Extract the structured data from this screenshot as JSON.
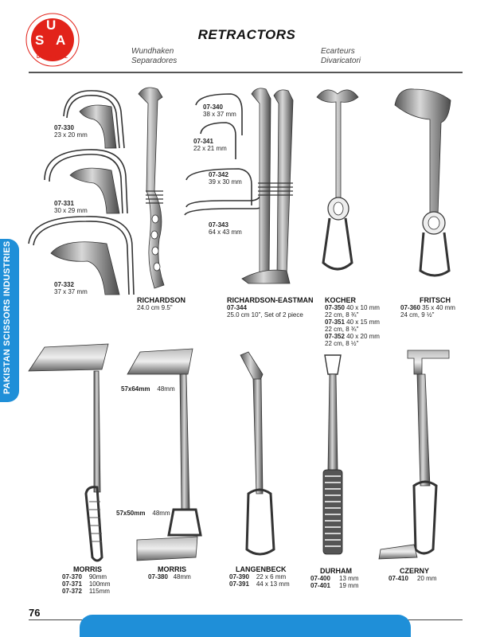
{
  "brand": {
    "logo_letters": [
      "U",
      "S",
      "A"
    ],
    "logo_ring_text": "DENTAL",
    "side_tab": "PAKISTAN SCISSORS INDUSTRIES"
  },
  "header": {
    "title": "RETRACTORS",
    "german": "Wundhaken",
    "spanish": "Separadores",
    "french": "Ecarteurs",
    "italian": "Divaricatori"
  },
  "colors": {
    "accent": "#1f8fd8",
    "logo_red": "#e2231a",
    "text": "#222222"
  },
  "top_row": {
    "hooks": [
      {
        "code": "07-330",
        "size": "23 x 20 mm"
      },
      {
        "code": "07-331",
        "size": "30 x 29 mm"
      },
      {
        "code": "07-332",
        "size": "37 x 37 mm"
      }
    ],
    "richardson": {
      "name": "RICHARDSON",
      "desc": "24.0 cm 9.5\""
    },
    "eastman_hooks": [
      {
        "code": "07-340",
        "size": "38 x 37 mm"
      },
      {
        "code": "07-341",
        "size": "22 x 21 mm"
      },
      {
        "code": "07-342",
        "size": "39 x 30 mm"
      },
      {
        "code": "07-343",
        "size": "64 x 43 mm"
      }
    ],
    "eastman": {
      "name": "RICHARDSON-EASTMAN",
      "code": "07-344",
      "desc": "25.0 cm 10\", Set of 2 piece"
    },
    "kocher": {
      "name": "KOCHER",
      "lines": [
        {
          "code": "07-350",
          "text": "40 x 10 mm"
        },
        {
          "code": "",
          "text": "22 cm, 8 ¾\""
        },
        {
          "code": "07-351",
          "text": "40 x 15 mm"
        },
        {
          "code": "",
          "text": "22 cm, 8 ¾\""
        },
        {
          "code": "07-352",
          "text": "40 x 20 mm"
        },
        {
          "code": "",
          "text": "22 cm, 8 ½\""
        }
      ]
    },
    "fritsch": {
      "name": "FRITSCH",
      "lines": [
        {
          "code": "07-360",
          "text": "35 x 40 mm"
        },
        {
          "code": "",
          "text": "24 cm, 9 ½\""
        }
      ]
    }
  },
  "bottom_row": {
    "morris": {
      "name": "MORRIS",
      "lines": [
        {
          "code": "07-370",
          "text": "90mm"
        },
        {
          "code": "07-371",
          "text": "100mm"
        },
        {
          "code": "07-372",
          "text": "115mm"
        }
      ]
    },
    "morris2": {
      "name": "MORRIS",
      "lines": [
        {
          "code": "07-380",
          "text": "48mm"
        }
      ],
      "blade_top": {
        "size": "57x64mm",
        "value": "48mm"
      },
      "blade_bottom": {
        "size": "57x50mm",
        "value": "48mm"
      }
    },
    "langenbeck": {
      "name": "LANGENBECK",
      "lines": [
        {
          "code": "07-390",
          "text": "22 x 6 mm"
        },
        {
          "code": "07-391",
          "text": "44 x 13 mm"
        }
      ]
    },
    "durham": {
      "name": "DURHAM",
      "lines": [
        {
          "code": "07-400",
          "text": "13 mm"
        },
        {
          "code": "07-401",
          "text": "19 mm"
        }
      ]
    },
    "czerny": {
      "name": "CZERNY",
      "lines": [
        {
          "code": "07-410",
          "text": "20 mm"
        }
      ]
    }
  },
  "footer": {
    "page_number": "76"
  }
}
